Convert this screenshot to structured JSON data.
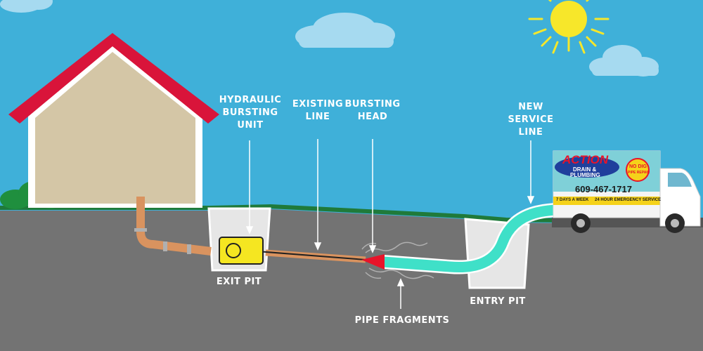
{
  "labels": {
    "hydraulic_bursting_unit": [
      "HYDRAULIC",
      "BURSTING",
      "UNIT"
    ],
    "existing_line": [
      "EXISTING",
      "LINE"
    ],
    "bursting_head": [
      "BURSTING",
      "HEAD"
    ],
    "new_service_line": [
      "NEW",
      "SERVICE",
      "LINE"
    ],
    "exit_pit": "EXIT PIT",
    "entry_pit": "ENTRY PIT",
    "pipe_fragments": "PIPE FRAGMENTS"
  },
  "truck": {
    "brand": "ACTION",
    "subbrand_1": "DRAIN &",
    "subbrand_2": "PLUMBING",
    "badge_1": "NO DIG",
    "badge_2": "PIPE REPAIR",
    "phone": "609-467-1717",
    "days": "7 DAYS A WEEK",
    "emergency": "24 HOUR EMERGENCY SERVICE"
  },
  "colors": {
    "sky": "#3fb0d9",
    "ground": "#737373",
    "grass": "#1f7a3a",
    "roof": "#d9143a",
    "house_wall": "#d4c6a6",
    "old_pipe": "#d9935f",
    "new_pipe": "#3fe0c8",
    "bursting_head": "#e8142a",
    "bursting_unit": "#f5e621",
    "sun": "#f7e72a"
  },
  "icons": [
    "sun-icon",
    "cloud-icon",
    "house-icon",
    "bush-icon",
    "truck-icon",
    "arrow-icon"
  ]
}
